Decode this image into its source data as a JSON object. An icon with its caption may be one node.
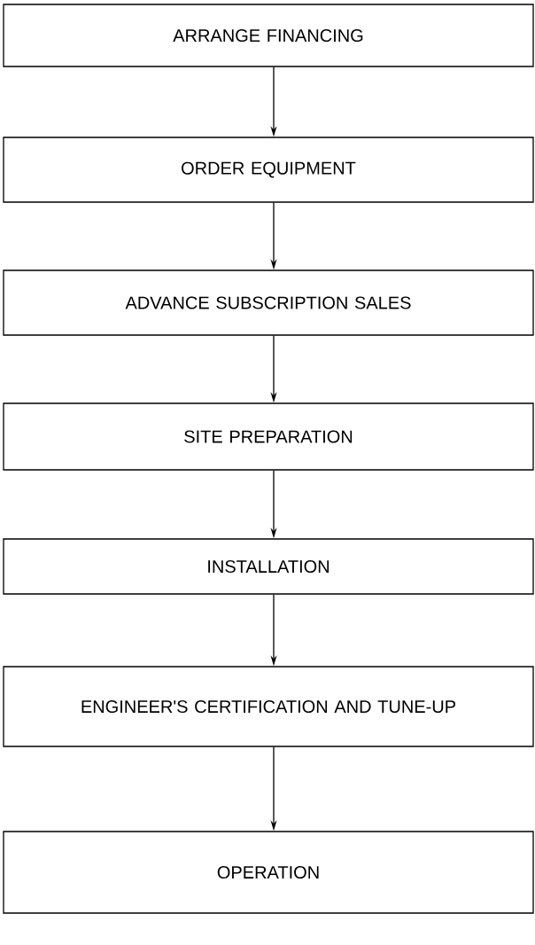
{
  "diagram": {
    "nodes": [
      {
        "text": [
          "ARRANGE FINANCING"
        ]
      },
      {
        "text": [
          "ORDER EQUIPMENT"
        ]
      },
      {
        "text": [
          "ADVANCE SUBSCRIPTION SALES"
        ]
      },
      {
        "text": [
          "SITE PREPARATION"
        ]
      },
      {
        "text": [
          "INSTALLATION"
        ]
      },
      {
        "text": [
          "ENGINEER'S CERTIFICATION AND TUNE-UP"
        ]
      },
      {
        "text": [
          "OPERATION"
        ]
      }
    ],
    "edges": [
      {
        "from": 0,
        "to": 1,
        "arrow": "to"
      },
      {
        "from": 1,
        "to": 2,
        "arrow": "to"
      },
      {
        "from": 2,
        "to": 3,
        "arrow": "to"
      },
      {
        "from": 3,
        "to": 4,
        "arrow": "to"
      },
      {
        "from": 4,
        "to": 5,
        "arrow": "to"
      },
      {
        "from": 5,
        "to": 6,
        "arrow": "to"
      }
    ]
  }
}
